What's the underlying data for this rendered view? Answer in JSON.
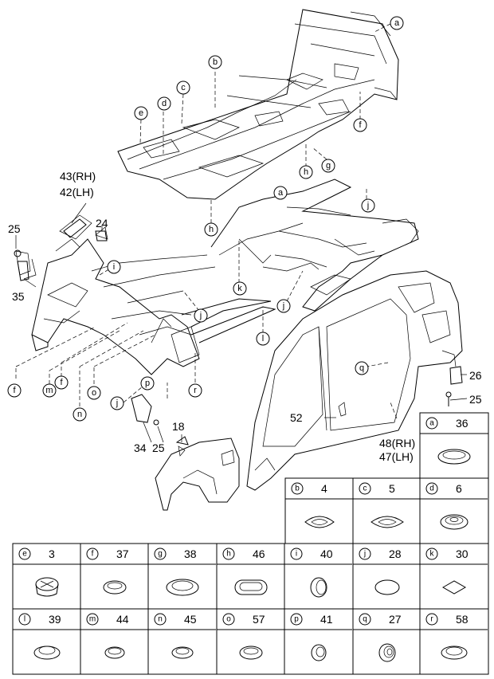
{
  "callouts": {
    "a1": "a",
    "a2": "a",
    "b": "b",
    "c": "c",
    "d": "d",
    "e": "e",
    "f1": "f",
    "f2": "f",
    "f3": "f",
    "g": "g",
    "h1": "h",
    "h2": "h",
    "i": "i",
    "j1": "j",
    "j2": "j",
    "j3": "j",
    "j4": "j",
    "k": "k",
    "l": "l",
    "m": "m",
    "n": "n",
    "o": "o",
    "p": "p",
    "q": "q",
    "r": "r"
  },
  "part_numbers": {
    "rh43": "43(RH)",
    "lh42": "42(LH)",
    "n24": "24",
    "n25a": "25",
    "n35": "35",
    "n18": "18",
    "n34": "34",
    "n25b": "25",
    "n52": "52",
    "rh48": "48(RH)",
    "lh47": "47(LH)",
    "n26": "26",
    "n25c": "25"
  },
  "legend": [
    {
      "letter": "a",
      "number": "36"
    },
    {
      "letter": "b",
      "number": "4"
    },
    {
      "letter": "c",
      "number": "5"
    },
    {
      "letter": "d",
      "number": "6"
    },
    {
      "letter": "e",
      "number": "3"
    },
    {
      "letter": "f",
      "number": "37"
    },
    {
      "letter": "g",
      "number": "38"
    },
    {
      "letter": "h",
      "number": "46"
    },
    {
      "letter": "i",
      "number": "40"
    },
    {
      "letter": "j",
      "number": "28"
    },
    {
      "letter": "k",
      "number": "30"
    },
    {
      "letter": "l",
      "number": "39"
    },
    {
      "letter": "m",
      "number": "44"
    },
    {
      "letter": "n",
      "number": "45"
    },
    {
      "letter": "o",
      "number": "57"
    },
    {
      "letter": "p",
      "number": "41"
    },
    {
      "letter": "q",
      "number": "27"
    },
    {
      "letter": "r",
      "number": "58"
    }
  ]
}
